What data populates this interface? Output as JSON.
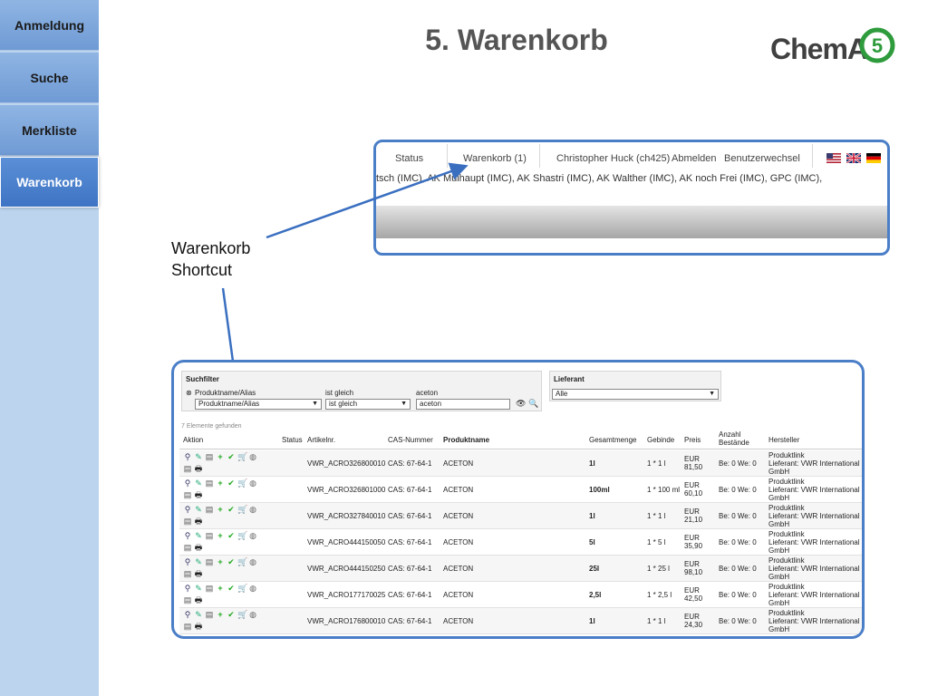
{
  "sidebar": {
    "items": [
      {
        "label": "Anmeldung"
      },
      {
        "label": "Suche"
      },
      {
        "label": "Merkliste"
      },
      {
        "label": "Warenkorb",
        "active": true
      }
    ]
  },
  "title": "5. Warenkorb",
  "logo": {
    "text": "ChemA",
    "badge": "5"
  },
  "top_panel": {
    "nav": {
      "status": "Status",
      "warenkorb": "Warenkorb (1)",
      "user": "Christopher Huck (ch425)",
      "logout": "Abmelden",
      "switch_user": "Benutzerwechsel"
    },
    "groups_text": "tsch (IMC), AK Mülhaupt (IMC), AK Shastri (IMC), AK Walther (IMC), AK noch Frei (IMC), GPC (IMC),"
  },
  "annotation": {
    "line1": "Warenkorb",
    "line2": "Shortcut"
  },
  "search": {
    "suchfilter_label": "Suchfilter",
    "field_label": "Produktname/Alias",
    "op_label": "ist gleich",
    "value_label": "aceton",
    "field_select": "Produktname/Alias",
    "op_select": "ist gleich",
    "value_input": "aceton",
    "lieferant_label": "Lieferant",
    "lieferant_select": "Alle",
    "count": "7 Elemente gefunden"
  },
  "table": {
    "headers": {
      "aktion": "Aktion",
      "status": "Status",
      "artikel": "Artikelnr.",
      "cas": "CAS-Nummer",
      "produkt": "Produktname",
      "menge": "Gesamtmenge",
      "gebinde": "Gebinde",
      "preis": "Preis",
      "anzahl1": "Anzahl",
      "anzahl2": "Bestände",
      "hersteller": "Hersteller"
    },
    "rows": [
      {
        "artikel": "VWR_ACRO326800010",
        "cas": "CAS: 67-64-1",
        "produkt": "ACETON",
        "menge": "1l",
        "gebinde": "1 * 1 l",
        "preis_cur": "EUR",
        "preis_val": "81,50",
        "bestand": "Be: 0 We: 0",
        "h1": "Produktlink",
        "h2": "Lieferant: VWR International",
        "h3": "GmbH"
      },
      {
        "artikel": "VWR_ACRO326801000",
        "cas": "CAS: 67-64-1",
        "produkt": "ACETON",
        "menge": "100ml",
        "gebinde": "1 * 100 ml",
        "preis_cur": "EUR",
        "preis_val": "60,10",
        "bestand": "Be: 0 We: 0",
        "h1": "Produktlink",
        "h2": "Lieferant: VWR International",
        "h3": "GmbH"
      },
      {
        "artikel": "VWR_ACRO327840010",
        "cas": "CAS: 67-64-1",
        "produkt": "ACETON",
        "menge": "1l",
        "gebinde": "1 * 1 l",
        "preis_cur": "EUR",
        "preis_val": "21,10",
        "bestand": "Be: 0 We: 0",
        "h1": "Produktlink",
        "h2": "Lieferant: VWR International",
        "h3": "GmbH"
      },
      {
        "artikel": "VWR_ACRO444150050",
        "cas": "CAS: 67-64-1",
        "produkt": "ACETON",
        "menge": "5l",
        "gebinde": "1 * 5 l",
        "preis_cur": "EUR",
        "preis_val": "35,90",
        "bestand": "Be: 0 We: 0",
        "h1": "Produktlink",
        "h2": "Lieferant: VWR International",
        "h3": "GmbH"
      },
      {
        "artikel": "VWR_ACRO444150250",
        "cas": "CAS: 67-64-1",
        "produkt": "ACETON",
        "menge": "25l",
        "gebinde": "1 * 25 l",
        "preis_cur": "EUR",
        "preis_val": "98,10",
        "bestand": "Be: 0 We: 0",
        "h1": "Produktlink",
        "h2": "Lieferant: VWR International",
        "h3": "GmbH"
      },
      {
        "artikel": "VWR_ACRO177170025",
        "cas": "CAS: 67-64-1",
        "produkt": "ACETON",
        "menge": "2,5l",
        "gebinde": "1 * 2,5 l",
        "preis_cur": "EUR",
        "preis_val": "42,50",
        "bestand": "Be: 0 We: 0",
        "h1": "Produktlink",
        "h2": "Lieferant: VWR International",
        "h3": "GmbH"
      },
      {
        "artikel": "VWR_ACRO176800010",
        "cas": "CAS: 67-64-1",
        "produkt": "ACETON",
        "menge": "1l",
        "gebinde": "1 * 1 l",
        "preis_cur": "EUR",
        "preis_val": "24,30",
        "bestand": "Be: 0 We: 0",
        "h1": "Produktlink",
        "h2": "Lieferant: VWR International",
        "h3": "GmbH"
      }
    ]
  },
  "colors": {
    "sidebar": "#bcd4ee",
    "accent": "#4a7ec7",
    "active_tab": "#3e74c4",
    "logo_green": "#2e9b3c"
  }
}
